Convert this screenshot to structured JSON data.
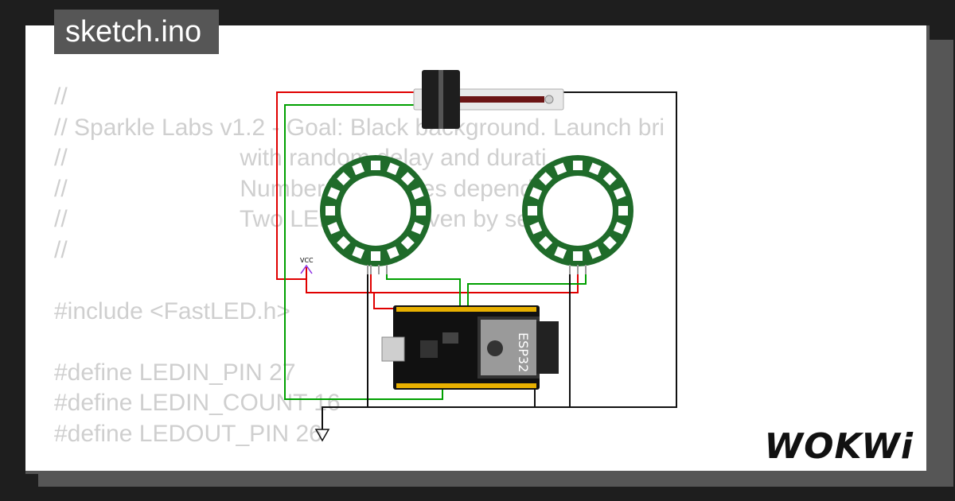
{
  "file": {
    "name": "sketch.ino"
  },
  "code_lines": [
    "//",
    "// Sparkle Labs v1.2 - Goal: Black background. Launch bri",
    "//                          with random delay and durati",
    "//                          Number of sparkles dependent",
    "//                          Two LED rings driven by sepe",
    "//",
    "",
    "#include <FastLED.h>",
    "",
    "#define LEDIN_PIN 27",
    "#define LEDIN_COUNT 16",
    "#define LEDOUT_PIN 26"
  ],
  "circuit": {
    "vcc_label": "VCC",
    "mcu_label": "ESP32"
  },
  "brand": {
    "logo": "WOKWi"
  },
  "colors": {
    "background": "#1e1e1e",
    "card": "#ffffff",
    "card_shadow": "#565656",
    "code_text": "#cfcfcf",
    "wire_red": "#e00000",
    "wire_green": "#00a000",
    "wire_black": "#111111",
    "vcc": "#8a2be2",
    "led_ring": "#1f6b2a"
  }
}
